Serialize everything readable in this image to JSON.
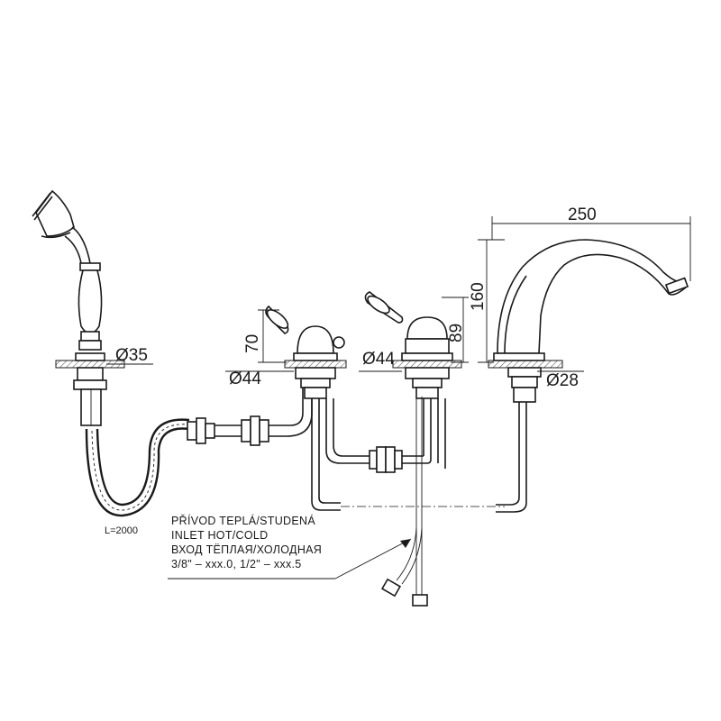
{
  "dimensions": {
    "spout_width": "250",
    "spout_height": "160",
    "handle_left_height": "70",
    "handle_right_height": "89",
    "shower_diameter": "Ø35",
    "valve_left_diameter": "Ø44",
    "valve_right_diameter": "Ø44",
    "spout_diameter": "Ø28"
  },
  "hose": {
    "length_label": "L=2000"
  },
  "inlet_note": {
    "line1": "PŘÍVOD TEPLÁ/STUDENÁ",
    "line2": "INLET HOT/COLD",
    "line3": "ВХОД ТЁПЛАЯ/ХОЛОДНАЯ",
    "line4": "3/8\" – xxx.0, 1/2\" – xxx.5"
  }
}
